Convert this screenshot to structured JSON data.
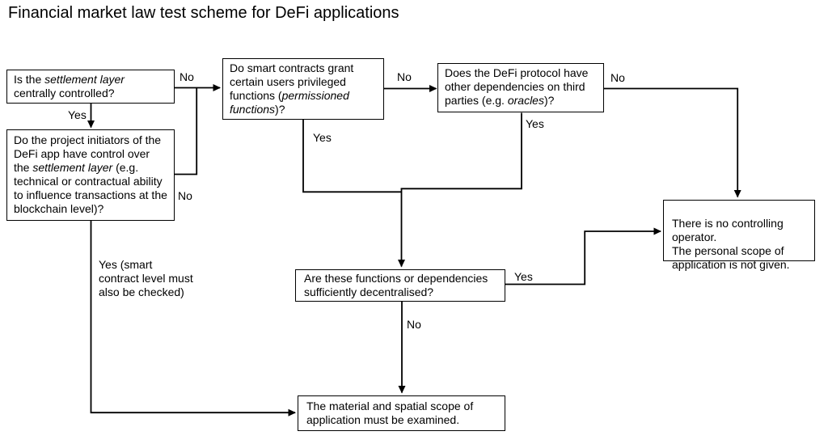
{
  "title": "Financial market law test scheme for DeFi applications",
  "nodes": {
    "settlement": {
      "pre": "Is the ",
      "italic": "settlement layer",
      "post": " centrally controlled?"
    },
    "initiators": {
      "pre": "Do the project initiators of the DeFi app have control over the ",
      "italic": "settlement layer",
      "post": " (e.g. technical or contractual ability to influence transactions at the blockchain level)?"
    },
    "smart_contracts": {
      "pre": "Do smart contracts grant certain users privileged functions (",
      "italic": "permissioned functions",
      "post": ")?"
    },
    "dependencies": {
      "pre": "Does the DeFi protocol have other dependencies on third parties (e.g. ",
      "italic": "oracles",
      "post": ")?"
    },
    "decentralised": {
      "text": "Are these functions or dependencies sufficiently decentralised?"
    },
    "no_operator": {
      "text": "There is no controlling operator.\nThe personal scope of application is not given."
    },
    "examined": {
      "text": "The material and spatial scope of application must be examined."
    }
  },
  "edge_labels": {
    "settlement_no": "No",
    "settlement_yes": "Yes",
    "initiators_no": "No",
    "initiators_yes": "Yes (smart\ncontract level must\nalso be checked)",
    "smart_contracts_no": "No",
    "smart_contracts_yes": "Yes",
    "dependencies_no": "No",
    "dependencies_yes": "Yes",
    "decentralised_yes": "Yes",
    "decentralised_no": "No"
  },
  "colors": {
    "background": "#ffffff",
    "line": "#000000",
    "text": "#000000"
  }
}
